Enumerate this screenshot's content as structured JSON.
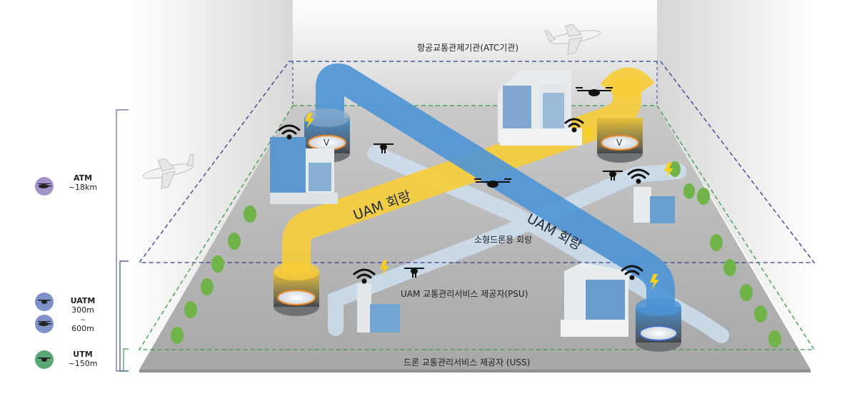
{
  "legend": {
    "atm": {
      "title": "ATM",
      "range": "~18km",
      "color": "#a493c6"
    },
    "uatm": {
      "title": "UATM",
      "range_top": "300m",
      "range_mid": "~",
      "range_bottom": "600m",
      "color": "#7e92c9"
    },
    "utm": {
      "title": "UTM",
      "range": "~150m",
      "color": "#5aa878"
    }
  },
  "layers": {
    "atc": "항공교통관제기관(ATC기관)",
    "psu": "UAM 교통관리서비스 제공자(PSU)",
    "uss": "드론 교통관리서비스 제공자 (USS)"
  },
  "corridors": {
    "uam_yellow": "UAM 회랑",
    "uam_blue": "UAM 회랑",
    "drone": "소형드론용 회랑"
  },
  "colors": {
    "uam_yellow": "#f7cd3b",
    "uam_blue": "#4c95d6",
    "drone_corridor": "#c9dced",
    "atm_border": "#2f3d8e",
    "utm_border": "#3a9a4a",
    "ground": "#a8a8a8"
  },
  "icons": [
    "airplane-icon",
    "helicopter-icon",
    "drone-icon",
    "wifi-icon",
    "lightning-icon",
    "vertiport-icon",
    "building-icon",
    "tree-icon"
  ]
}
